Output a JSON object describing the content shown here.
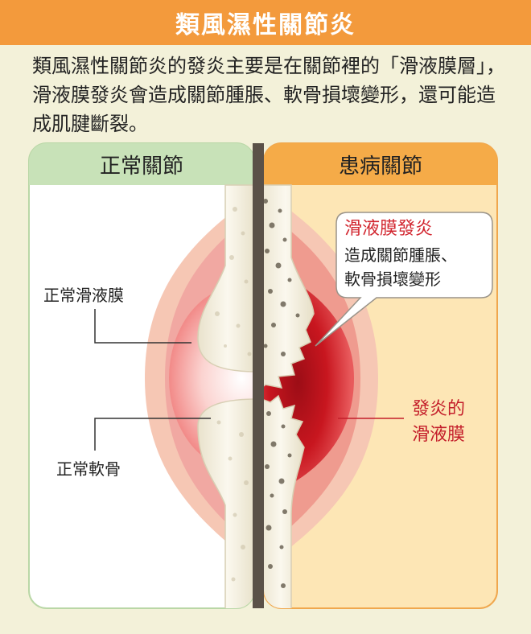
{
  "title": "類風濕性關節炎",
  "intro": "類風濕性關節炎的發炎主要是在關節裡的「滑液膜層」，滑液膜發炎會造成關節腫脹、軟骨損壞變形，還可能造成肌腱斷裂。",
  "panels": {
    "normal": {
      "header": "正常關節",
      "synovium_label": "正常滑液膜",
      "cartilage_label": "正常軟骨"
    },
    "diseased": {
      "header": "患病關節",
      "callout_title": "滑液膜發炎",
      "callout_line1": "造成關節腫脹、",
      "callout_line2": "軟骨損壞變形",
      "inflamed_line1": "發炎的",
      "inflamed_line2": "滑液膜"
    }
  },
  "colors": {
    "title_bar": "#f39a3c",
    "normal_header": "#c8e2b8",
    "diseased_header": "#f5ab48",
    "callout_title": "#d2262f",
    "inflamed_label": "#c41e2a"
  }
}
